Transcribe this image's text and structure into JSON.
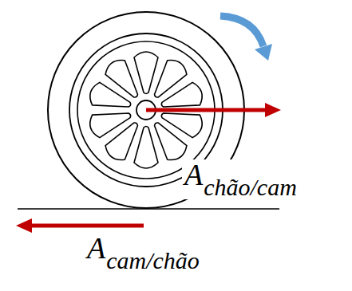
{
  "diagram": {
    "labels": [
      "A",
      "chão/cam",
      "A",
      "cam/chão"
    ]
  }
}
